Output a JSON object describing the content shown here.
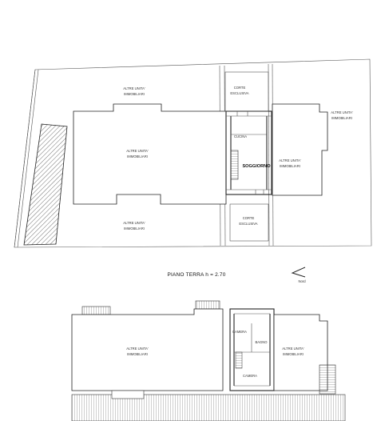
{
  "ground_floor": {
    "title": "PIANO TERRA h = 2.70",
    "north_label": "Nord",
    "rooms": {
      "top_left_unit": [
        "ALTRE UNITA'",
        "IMMOBILIARI"
      ],
      "center_left_unit": [
        "ALTRE UNITA'",
        "IMMOBILIARI"
      ],
      "bottom_left_unit": [
        "ALTRE UNITA'",
        "IMMOBILIARI"
      ],
      "right_top_unit": [
        "ALTRE UNITA'",
        "IMMOBILIARI"
      ],
      "right_mid_unit": [
        "ALTRE UNITA'",
        "IMMOBILIARI"
      ],
      "corte_top": [
        "CORTE",
        "ESCLUSIVA"
      ],
      "corte_bottom": [
        "CORTE",
        "ESCLUSIVA"
      ],
      "cucina": "CUCINA",
      "soggiorno": "SOGGIORNO"
    }
  },
  "upper_floor": {
    "rooms": {
      "left_unit": [
        "ALTRE UNITA'",
        "IMMOBILIARI"
      ],
      "right_unit": [
        "ALTRE UNITA'",
        "IMMOBILIARI"
      ],
      "camera_top": "CAMERA",
      "bagno": "BAGNO",
      "camera_bottom": "CAMERA"
    }
  }
}
